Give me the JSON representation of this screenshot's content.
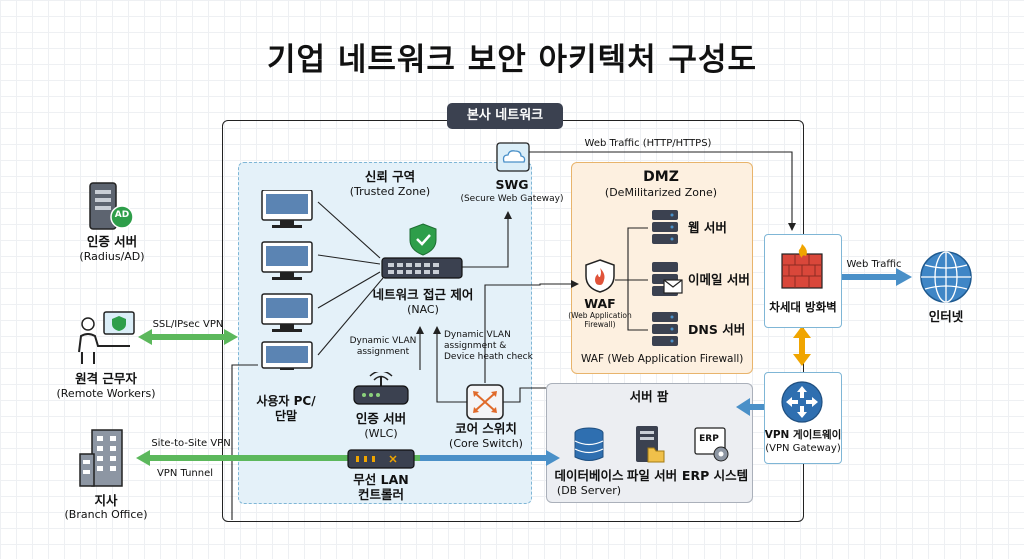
{
  "title": "기업 네트워크 보안 아키텍처 구성도",
  "hq_label": "본사 네트워크",
  "trusted_zone": {
    "title": "신뢰 구역",
    "subtitle": "(Trusted Zone)"
  },
  "dmz": {
    "title": "DMZ",
    "subtitle": "(DeMilitarized Zone)",
    "footer": "WAF (Web Application Firewall)"
  },
  "server_farm": {
    "title": "서버 팜"
  },
  "nodes": {
    "auth_server": {
      "label": "인증 서버",
      "sub": "(Radius/AD)",
      "badge": "AD"
    },
    "remote": {
      "label": "원격 근무자",
      "sub": "(Remote Workers)"
    },
    "branch": {
      "label": "지사",
      "sub": "(Branch Office)"
    },
    "user_pc": {
      "label1": "사용자 PC/",
      "label2": "단말"
    },
    "nac": {
      "label": "네트워크 접근 제어",
      "sub": "(NAC)"
    },
    "swg": {
      "label": "SWG",
      "sub": "(Secure Web Gateway)"
    },
    "wlc": {
      "label": "인증 서버",
      "sub": "(WLC)"
    },
    "wlan": {
      "label1": "무선 LAN",
      "label2": "컨트롤러"
    },
    "core": {
      "label": "코어 스위치",
      "sub": "(Core Switch)"
    },
    "waf": {
      "label": "WAF",
      "sub1": "(Web Application",
      "sub2": "Firewall)"
    },
    "web": {
      "label": "웹 서버"
    },
    "mail": {
      "label": "이메일 서버"
    },
    "dns": {
      "label": "DNS 서버"
    },
    "ngfw": {
      "label": "차세대 방화벽"
    },
    "internet": {
      "label": "인터넷"
    },
    "vpn_gw": {
      "label": "VPN 게이트웨이",
      "sub": "(VPN Gateway)"
    },
    "db": {
      "label": "데이터베이스",
      "sub": "(DB Server)"
    },
    "file": {
      "label": "파일 서버"
    },
    "erp": {
      "label": "ERP 시스템",
      "badge": "ERP"
    }
  },
  "edges": {
    "ssl_vpn": "SSL/IPsec VPN",
    "s2s_vpn": "Site-to-Site VPN",
    "vpn_tunnel": "VPN Tunnel",
    "web_traffic_top": "Web Traffic (HTTP/HTTPS)",
    "web_traffic_right": "Web Traffic",
    "dyn_vlan_1a": "Dynamic VLAN",
    "dyn_vlan_1b": "assignment",
    "dyn_vlan_2a": "Dynamic VLAN",
    "dyn_vlan_2b": "assignment &",
    "dyn_vlan_2c": "Device heath check"
  },
  "colors": {
    "trusted_bg": "#e4f1f9",
    "dmz_bg": "#fdf0e0",
    "farm_bg": "#eceef2",
    "green_arrow": "#5cb85c",
    "blue_arrow": "#4a90c8",
    "orange_arrow": "#f0a500",
    "firewall": "#d9473a",
    "shield": "#2e9e4a"
  }
}
